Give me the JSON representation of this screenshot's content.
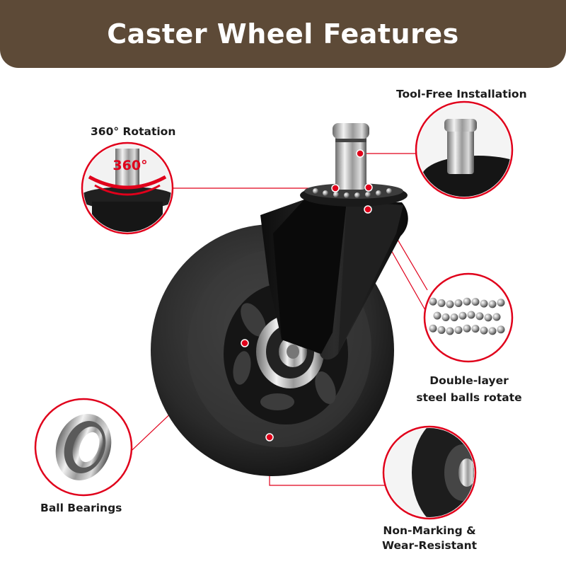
{
  "header": {
    "title": "Caster Wheel Features"
  },
  "features": {
    "rotation": {
      "label": "360° Rotation",
      "badge": "360°"
    },
    "tool_free": {
      "label": "Tool-Free Installation"
    },
    "steel_balls": {
      "line1": "Double-layer",
      "line2": "steel balls rotate"
    },
    "bearings": {
      "label": "Ball Bearings"
    },
    "non_marking": {
      "line1": "Non-Marking &",
      "line2": "Wear-Resistant"
    }
  },
  "colors": {
    "banner": "#5d4a37",
    "accent_red": "#e0001b",
    "wheel": "#1e1e1e",
    "text": "#1c1c1c"
  },
  "icons": [
    "caster-wheel-image",
    "stem-closeup-image",
    "steel-balls-image",
    "bearing-image",
    "tread-closeup-image"
  ]
}
